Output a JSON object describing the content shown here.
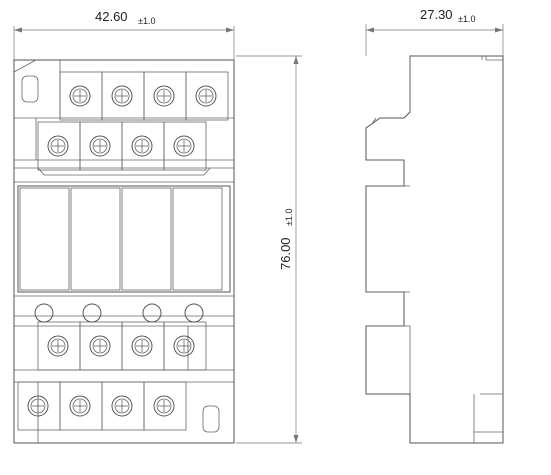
{
  "front_view": {
    "width_dimension": {
      "value": "42.60",
      "tolerance": "±1.0"
    },
    "height_dimension": {
      "value": "76.00",
      "tolerance": "±1.0"
    },
    "screw_terminal_rows": 4,
    "screws_per_row": 4,
    "relay_compartments": 4,
    "led_indicators": 4
  },
  "side_view": {
    "depth_dimension": {
      "value": "27.30",
      "tolerance": "±1.0"
    }
  },
  "colors": {
    "line": "#555555",
    "background": "#ffffff",
    "text": "#222222"
  }
}
